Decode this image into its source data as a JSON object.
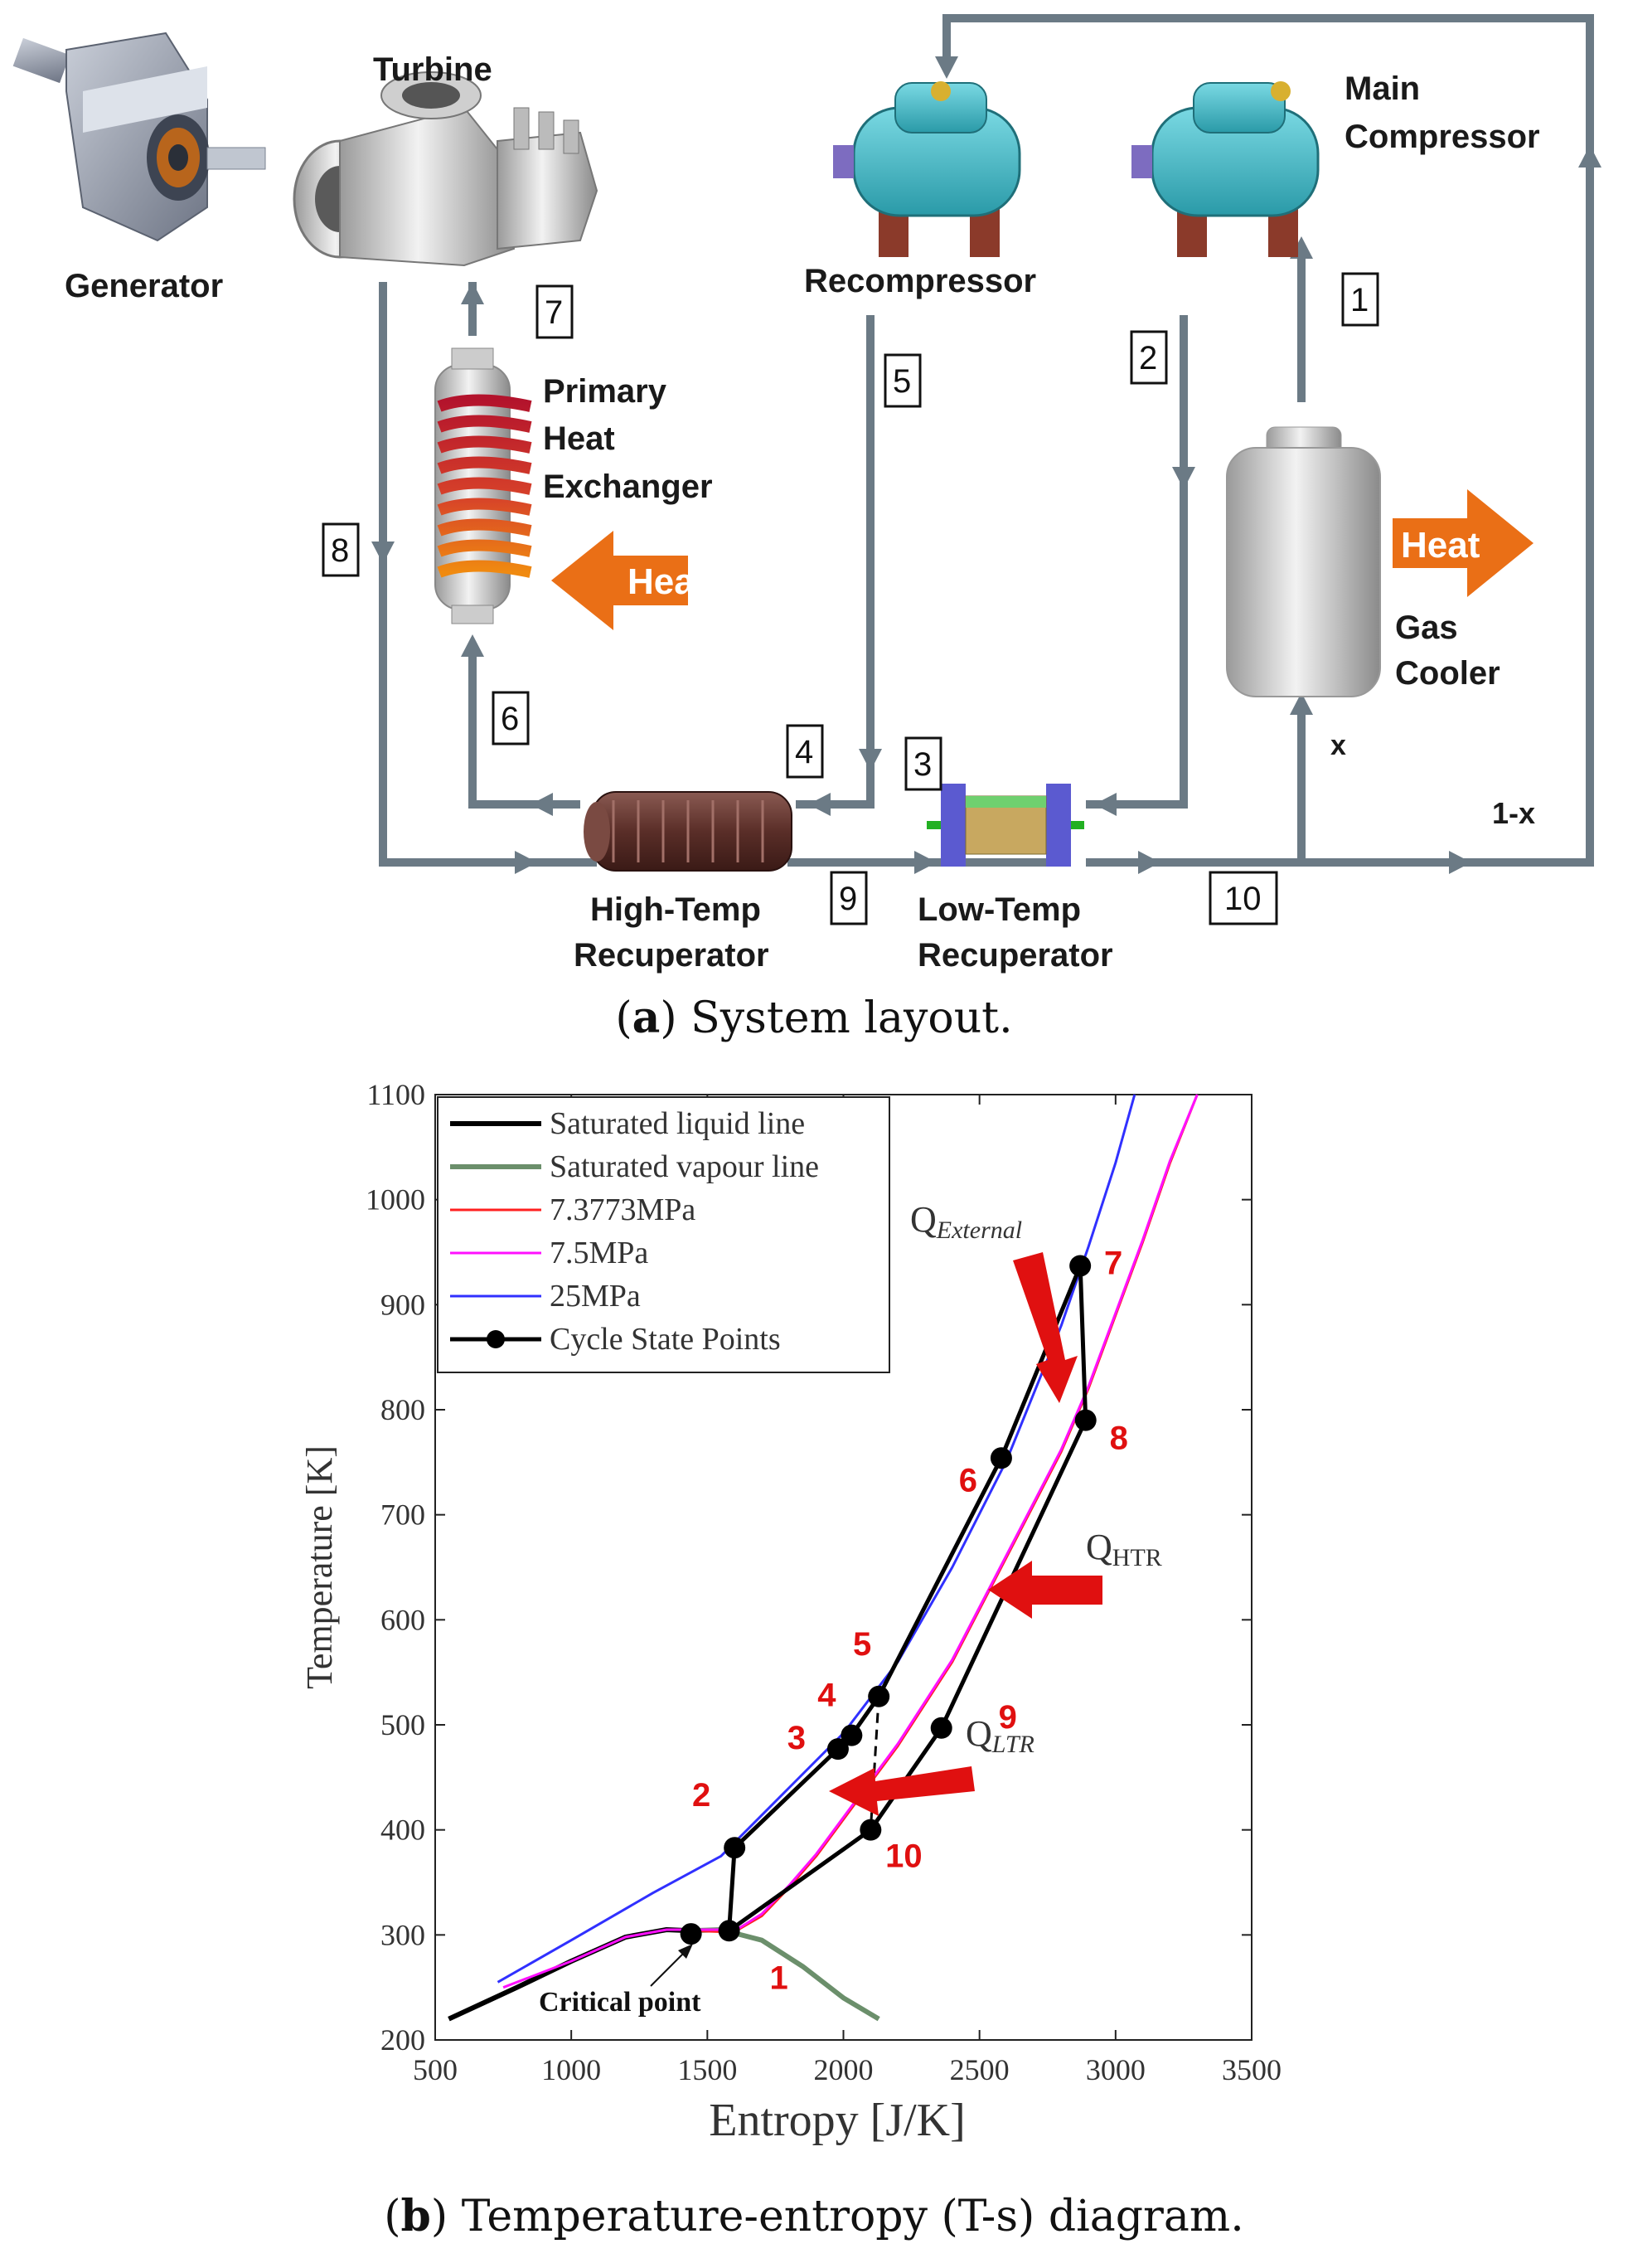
{
  "layout": {
    "components": {
      "generator": "Generator",
      "turbine": "Turbine",
      "recompressor": "Recompressor",
      "main_compressor": [
        "Main",
        "Compressor"
      ],
      "primary_hx": [
        "Primary",
        "Heat",
        "Exchanger"
      ],
      "gas_cooler": [
        "Gas",
        "Cooler"
      ],
      "htr": [
        "High-Temp",
        "Recuperator"
      ],
      "ltr": [
        "Low-Temp",
        "Recuperator"
      ]
    },
    "heat_labels": [
      "Heat",
      "Heat"
    ],
    "state_numbers": [
      "1",
      "2",
      "3",
      "4",
      "5",
      "6",
      "7",
      "8",
      "9",
      "10"
    ],
    "split_labels": [
      "x",
      "1-x"
    ],
    "caption": {
      "letter": "a",
      "text": " System layout."
    }
  },
  "tsdiagram": {
    "caption": {
      "letter": "b",
      "text": " Temperature-entropy (T-s) diagram."
    },
    "annotations": {
      "critical_point": "Critical point",
      "q_external": "Q",
      "q_external_sub": "External",
      "q_htr": "Q",
      "q_htr_sub": "HTR",
      "q_ltr": "Q",
      "q_ltr_sub": "LTR"
    },
    "colors": {
      "saturated_liquid": "#000000",
      "saturated_vapour": "#6b8f6b",
      "p73773": "#ff2020",
      "p75": "#ff10ff",
      "p25": "#3030ff",
      "cycle": "#000000",
      "arrows": "#e01010"
    }
  },
  "chart_data": {
    "type": "line",
    "xlabel": "Entropy [J/K]",
    "ylabel": "Temperature [K]",
    "xlim": [
      500,
      3500
    ],
    "ylim": [
      200,
      1100
    ],
    "x_ticks": [
      "500",
      "1000",
      "1500",
      "2000",
      "2500",
      "3000",
      "3500"
    ],
    "y_ticks": [
      "200",
      "300",
      "400",
      "500",
      "600",
      "700",
      "800",
      "900",
      "1000",
      "1100"
    ],
    "legend_position": "top-left",
    "series": [
      {
        "name": "Saturated liquid line",
        "points": [
          [
            550,
            220
          ],
          [
            800,
            250
          ],
          [
            1000,
            275
          ],
          [
            1200,
            298
          ],
          [
            1350,
            305
          ],
          [
            1440,
            304
          ]
        ]
      },
      {
        "name": "Saturated vapour line",
        "points": [
          [
            1440,
            304
          ],
          [
            1550,
            305
          ],
          [
            1700,
            295
          ],
          [
            1850,
            270
          ],
          [
            2000,
            240
          ],
          [
            2130,
            220
          ]
        ]
      },
      {
        "name": "7.3773MPa",
        "points": [
          [
            1440,
            304
          ],
          [
            1550,
            303
          ],
          [
            1620,
            306
          ],
          [
            1700,
            318
          ],
          [
            1800,
            345
          ],
          [
            1900,
            375
          ],
          [
            2000,
            410
          ],
          [
            2200,
            480
          ],
          [
            2400,
            560
          ],
          [
            2600,
            660
          ],
          [
            2800,
            760
          ],
          [
            2900,
            820
          ],
          [
            3000,
            890
          ],
          [
            3100,
            960
          ],
          [
            3200,
            1035
          ],
          [
            3300,
            1100
          ]
        ]
      },
      {
        "name": "7.5MPa",
        "points": [
          [
            750,
            250
          ],
          [
            1000,
            275
          ],
          [
            1200,
            298
          ],
          [
            1350,
            305
          ],
          [
            1440,
            305
          ],
          [
            1550,
            305
          ],
          [
            1620,
            307
          ],
          [
            1700,
            320
          ],
          [
            1800,
            347
          ],
          [
            1900,
            377
          ],
          [
            2000,
            412
          ],
          [
            2200,
            482
          ],
          [
            2400,
            562
          ],
          [
            2600,
            662
          ],
          [
            2800,
            762
          ],
          [
            2900,
            822
          ],
          [
            3000,
            892
          ],
          [
            3100,
            962
          ],
          [
            3200,
            1037
          ],
          [
            3300,
            1100
          ]
        ]
      },
      {
        "name": "25MPa",
        "points": [
          [
            730,
            255
          ],
          [
            1000,
            295
          ],
          [
            1300,
            340
          ],
          [
            1550,
            375
          ],
          [
            1800,
            440
          ],
          [
            2000,
            492
          ],
          [
            2200,
            560
          ],
          [
            2400,
            650
          ],
          [
            2600,
            752
          ],
          [
            2800,
            880
          ],
          [
            2900,
            955
          ],
          [
            3000,
            1035
          ],
          [
            3070,
            1100
          ]
        ]
      },
      {
        "name": "Cycle State Points",
        "points": [
          [
            1580,
            304
          ],
          [
            1600,
            383
          ],
          [
            1980,
            477
          ],
          [
            2030,
            490
          ],
          [
            2130,
            527
          ],
          [
            2580,
            754
          ],
          [
            2870,
            937
          ],
          [
            2890,
            790
          ],
          [
            2360,
            497
          ],
          [
            2100,
            400
          ]
        ]
      }
    ],
    "state_points": [
      {
        "label": "1",
        "s": 1580,
        "T": 304
      },
      {
        "label": "2",
        "s": 1600,
        "T": 383
      },
      {
        "label": "3",
        "s": 1980,
        "T": 477
      },
      {
        "label": "4",
        "s": 2030,
        "T": 490
      },
      {
        "label": "5",
        "s": 2130,
        "T": 527
      },
      {
        "label": "6",
        "s": 2580,
        "T": 754
      },
      {
        "label": "7",
        "s": 2870,
        "T": 937
      },
      {
        "label": "8",
        "s": 2890,
        "T": 790
      },
      {
        "label": "9",
        "s": 2360,
        "T": 497
      },
      {
        "label": "10",
        "s": 2100,
        "T": 400
      }
    ],
    "critical_point": {
      "s": 1440,
      "T": 301
    }
  }
}
